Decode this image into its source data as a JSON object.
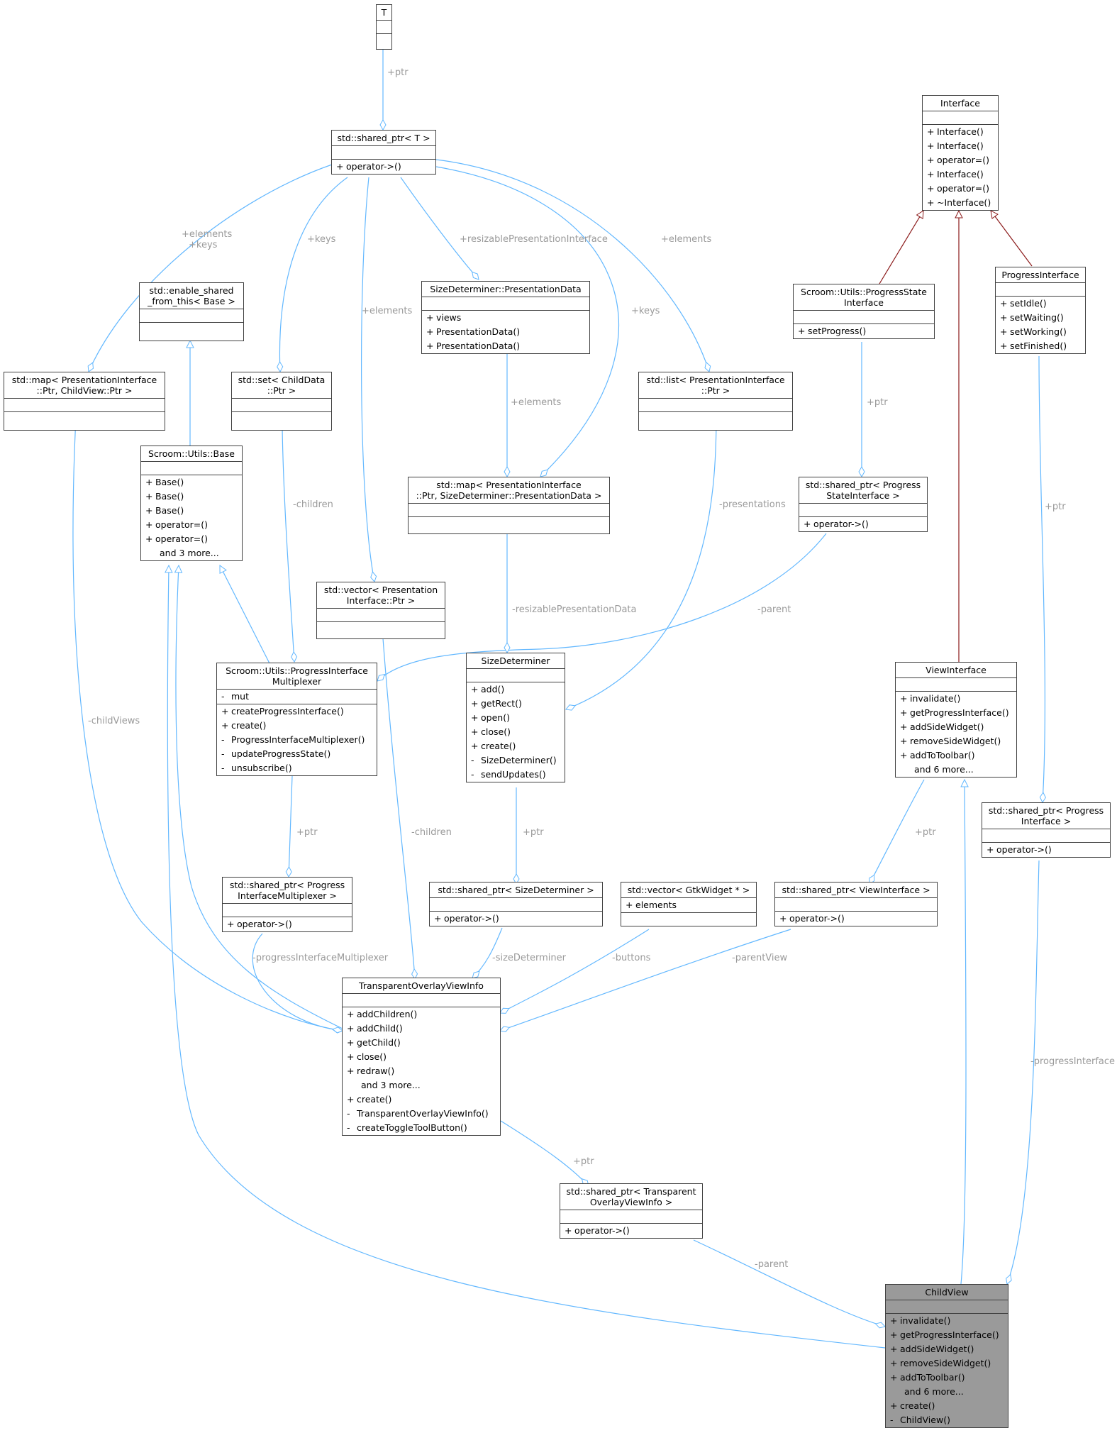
{
  "diagram": {
    "nodes": {
      "T": {
        "title": [
          "T"
        ],
        "attrs": [],
        "methods": []
      },
      "sp_T": {
        "title": [
          "std::shared_ptr< T >"
        ],
        "attrs": [],
        "methods": [
          {
            "v": "+",
            "n": "operator->()"
          }
        ]
      },
      "Interface": {
        "title": [
          "Interface"
        ],
        "attrs": [],
        "methods": [
          {
            "v": "+",
            "n": "Interface()"
          },
          {
            "v": "+",
            "n": "Interface()"
          },
          {
            "v": "+",
            "n": "operator=()"
          },
          {
            "v": "+",
            "n": "Interface()"
          },
          {
            "v": "+",
            "n": "operator=()"
          },
          {
            "v": "+",
            "n": "~Interface()"
          }
        ]
      },
      "enable_shared": {
        "title": [
          "std::enable_shared",
          "_from_this< Base >"
        ],
        "attrs": [],
        "methods": []
      },
      "map_child": {
        "title": [
          "std::map< PresentationInterface",
          "::Ptr, ChildView::Ptr >"
        ],
        "attrs": [],
        "methods": []
      },
      "set_child": {
        "title": [
          "std::set< ChildData",
          "::Ptr >"
        ],
        "attrs": [],
        "methods": []
      },
      "pres_data": {
        "title": [
          "SizeDeterminer::PresentationData"
        ],
        "attrs": [],
        "methods": [
          {
            "v": "+",
            "n": "views"
          },
          {
            "v": "+",
            "n": "PresentationData()"
          },
          {
            "v": "+",
            "n": "PresentationData()"
          }
        ]
      },
      "list_pres": {
        "title": [
          "std::list< PresentationInterface",
          "::Ptr >"
        ],
        "attrs": [],
        "methods": []
      },
      "progress_state_if": {
        "title": [
          "Scroom::Utils::ProgressState",
          "Interface"
        ],
        "attrs": [],
        "methods": [
          {
            "v": "+",
            "n": "setProgress()"
          }
        ]
      },
      "progress_if": {
        "title": [
          "ProgressInterface"
        ],
        "attrs": [],
        "methods": [
          {
            "v": "+",
            "n": "setIdle()"
          },
          {
            "v": "+",
            "n": "setWaiting()"
          },
          {
            "v": "+",
            "n": "setWorking()"
          },
          {
            "v": "+",
            "n": "setFinished()"
          }
        ]
      },
      "base": {
        "title": [
          "Scroom::Utils::Base"
        ],
        "attrs": [],
        "methods": [
          {
            "v": "+",
            "n": "Base()"
          },
          {
            "v": "+",
            "n": "Base()"
          },
          {
            "v": "+",
            "n": "Base()"
          },
          {
            "v": "+",
            "n": "operator=()"
          },
          {
            "v": "+",
            "n": "operator=()"
          },
          {
            "v": "",
            "n": "and 3 more..."
          }
        ]
      },
      "map_size": {
        "title": [
          "std::map< PresentationInterface",
          "::Ptr, SizeDeterminer::PresentationData >"
        ],
        "attrs": [],
        "methods": []
      },
      "sp_progress_state": {
        "title": [
          "std::shared_ptr< Progress",
          "StateInterface >"
        ],
        "attrs": [],
        "methods": [
          {
            "v": "+",
            "n": "operator->()"
          }
        ]
      },
      "vec_pres": {
        "title": [
          "std::vector< Presentation",
          "Interface::Ptr >"
        ],
        "attrs": [],
        "methods": []
      },
      "pim": {
        "title": [
          "Scroom::Utils::ProgressInterface",
          "Multiplexer"
        ],
        "attrs": [
          {
            "v": "-",
            "n": "mut"
          }
        ],
        "methods": [
          {
            "v": "+",
            "n": "createProgressInterface()"
          },
          {
            "v": "+",
            "n": "create()"
          },
          {
            "v": "-",
            "n": "ProgressInterfaceMultiplexer()"
          },
          {
            "v": "-",
            "n": "updateProgressState()"
          },
          {
            "v": "-",
            "n": "unsubscribe()"
          }
        ]
      },
      "size_det": {
        "title": [
          "SizeDeterminer"
        ],
        "attrs": [],
        "methods": [
          {
            "v": "+",
            "n": "add()"
          },
          {
            "v": "+",
            "n": "getRect()"
          },
          {
            "v": "+",
            "n": "open()"
          },
          {
            "v": "+",
            "n": "close()"
          },
          {
            "v": "+",
            "n": "create()"
          },
          {
            "v": "-",
            "n": "SizeDeterminer()"
          },
          {
            "v": "-",
            "n": "sendUpdates()"
          }
        ]
      },
      "view_if": {
        "title": [
          "ViewInterface"
        ],
        "attrs": [],
        "methods": [
          {
            "v": "+",
            "n": "invalidate()"
          },
          {
            "v": "+",
            "n": "getProgressInterface()"
          },
          {
            "v": "+",
            "n": "addSideWidget()"
          },
          {
            "v": "+",
            "n": "removeSideWidget()"
          },
          {
            "v": "+",
            "n": "addToToolbar()"
          },
          {
            "v": "",
            "n": "and 6 more..."
          }
        ]
      },
      "sp_progress_if": {
        "title": [
          "std::shared_ptr< Progress",
          "Interface >"
        ],
        "attrs": [],
        "methods": [
          {
            "v": "+",
            "n": "operator->()"
          }
        ]
      },
      "sp_pim": {
        "title": [
          "std::shared_ptr< Progress",
          "InterfaceMultiplexer >"
        ],
        "attrs": [],
        "methods": [
          {
            "v": "+",
            "n": "operator->()"
          }
        ]
      },
      "sp_size": {
        "title": [
          "std::shared_ptr< SizeDeterminer >"
        ],
        "attrs": [],
        "methods": [
          {
            "v": "+",
            "n": "operator->()"
          }
        ]
      },
      "vec_gtk": {
        "title": [
          "std::vector< GtkWidget * >"
        ],
        "attrs": [
          {
            "v": "+",
            "n": "elements"
          }
        ],
        "methods": []
      },
      "sp_view": {
        "title": [
          "std::shared_ptr< ViewInterface >"
        ],
        "attrs": [],
        "methods": [
          {
            "v": "+",
            "n": "operator->()"
          }
        ]
      },
      "tovi": {
        "title": [
          "TransparentOverlayViewInfo"
        ],
        "attrs": [],
        "methods": [
          {
            "v": "+",
            "n": "addChildren()"
          },
          {
            "v": "+",
            "n": "addChild()"
          },
          {
            "v": "+",
            "n": "getChild()"
          },
          {
            "v": "+",
            "n": "close()"
          },
          {
            "v": "+",
            "n": "redraw()"
          },
          {
            "v": "",
            "n": "and 3 more..."
          },
          {
            "v": "+",
            "n": "create()"
          },
          {
            "v": "-",
            "n": "TransparentOverlayViewInfo()"
          },
          {
            "v": "-",
            "n": "createToggleToolButton()"
          }
        ]
      },
      "sp_tovi": {
        "title": [
          "std::shared_ptr< Transparent",
          "OverlayViewInfo >"
        ],
        "attrs": [],
        "methods": [
          {
            "v": "+",
            "n": "operator->()"
          }
        ]
      },
      "child_view": {
        "title": [
          "ChildView"
        ],
        "attrs": [],
        "methods": [
          {
            "v": "+",
            "n": "invalidate()"
          },
          {
            "v": "+",
            "n": "getProgressInterface()"
          },
          {
            "v": "+",
            "n": "addSideWidget()"
          },
          {
            "v": "+",
            "n": "removeSideWidget()"
          },
          {
            "v": "+",
            "n": "addToToolbar()"
          },
          {
            "v": "",
            "n": "and 6 more..."
          },
          {
            "v": "+",
            "n": "create()"
          },
          {
            "v": "-",
            "n": "ChildView()"
          }
        ]
      }
    },
    "edge_labels": {
      "ptr": "+ptr",
      "elements": "+elements",
      "keys": "+keys",
      "resizablePresentationInterface": "+resizablePresentationInterface",
      "children": "-children",
      "presentations": "-presentations",
      "resizablePresentationData": "-resizablePresentationData",
      "parent": "-parent",
      "childViews": "-childViews",
      "progressInterfaceMultiplexer": "-progressInterfaceMultiplexer",
      "sizeDeterminer": "-sizeDeterminer",
      "buttons": "-buttons",
      "parentView": "-parentView",
      "progressInterface": "-progressInterface"
    },
    "colors": {
      "aggregation": "#63b8ff",
      "inheritance_blue": "#63b8ff",
      "inheritance_red": "#8b1a1a",
      "highlight": "#9a9a9a"
    }
  }
}
